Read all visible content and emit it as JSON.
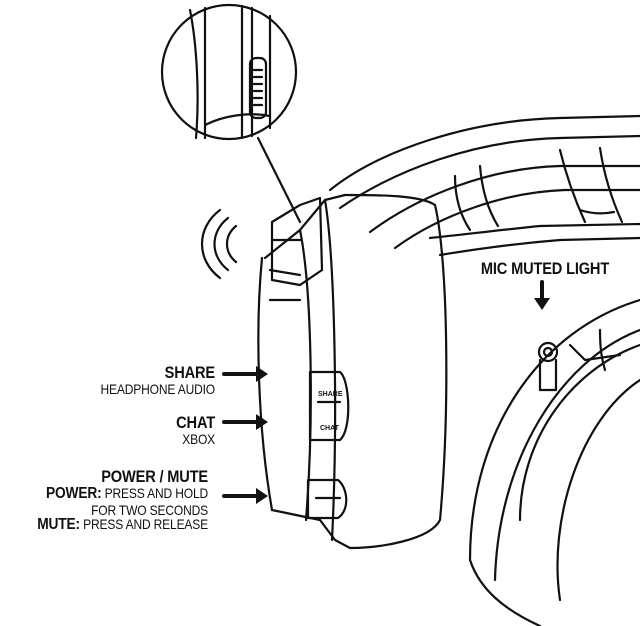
{
  "labels": {
    "mic_muted_light": "MIC MUTED LIGHT",
    "share_title": "SHARE",
    "share_desc": "HEADPHONE AUDIO",
    "chat_title": "CHAT",
    "chat_desc": "XBOX",
    "power_title": "POWER / MUTE",
    "power_line_bold": "POWER:",
    "power_line_rest": " PRESS AND HOLD",
    "power_line2": "FOR TWO SECONDS",
    "mute_line_bold": "MUTE:",
    "mute_line_rest": " PRESS AND RELEASE"
  },
  "button_labels": {
    "share": "SHARE",
    "chat": "CHAT"
  },
  "colors": {
    "stroke": "#111111",
    "background": "#ffffff"
  }
}
